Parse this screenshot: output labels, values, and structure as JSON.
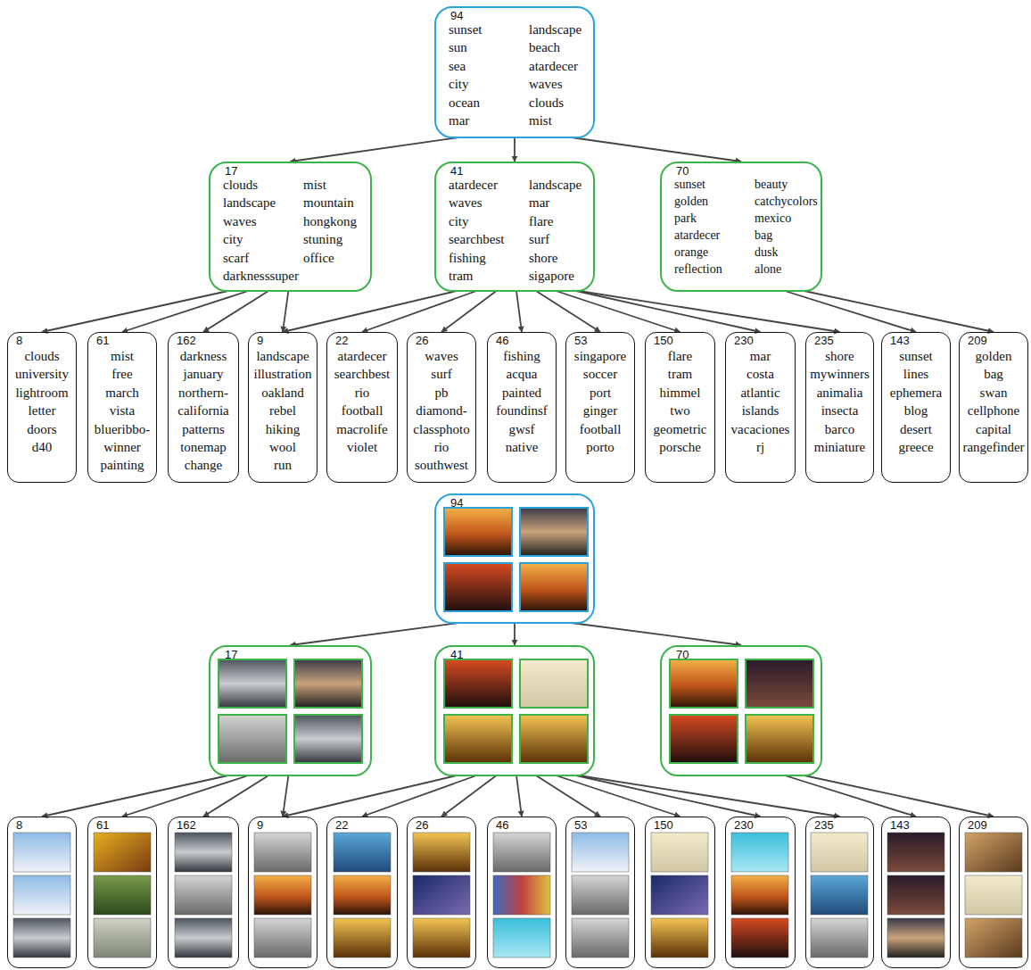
{
  "diagram": {
    "nodes": [
      {
        "text": [
          "94",
          "sunset",
          "sun",
          "sea",
          "city",
          "ocean",
          "mar",
          "landscape",
          "beach",
          "atardecer",
          "waves",
          "clouds",
          "mist"
        ]
      },
      {
        "text": [
          "17",
          "clouds",
          "landscape",
          "waves",
          "city",
          "scarf",
          "darknesssuper",
          "mist",
          "mountain",
          "hongkong",
          "stuning",
          "office"
        ]
      },
      {
        "text": [
          "41",
          "atardecer",
          "waves",
          "city",
          "searchbest",
          "fishing",
          "tram",
          "landscape",
          "mar",
          "flare",
          "surf",
          "shore",
          "sigapore"
        ]
      },
      {
        "text": [
          "70",
          "sunset",
          "golden",
          "park",
          "atardecer",
          "orange",
          "reflection",
          "beauty",
          "catchycolors",
          "mexico",
          "bag",
          "dusk",
          "alone"
        ]
      },
      {
        "text": [
          "8",
          "clouds",
          "university",
          "lightroom",
          "letter",
          "doors",
          "d40"
        ]
      },
      {
        "text": [
          "61",
          "mist",
          "free",
          "march",
          "vista",
          "blueribbo-winner",
          "painting"
        ]
      },
      {
        "text": [
          "162",
          "darkness",
          "january",
          "northern-california",
          "patterns",
          "tonemap",
          "change"
        ]
      },
      {
        "text": [
          "9",
          "landscape",
          "illustration",
          "oakland",
          "rebel",
          "hiking",
          "wool",
          "run"
        ]
      },
      {
        "text": [
          "22",
          "atardecer",
          "searchbest",
          "rio",
          "football",
          "macrolife",
          "violet"
        ]
      },
      {
        "text": [
          "26",
          "waves",
          "surf",
          "pb",
          "diamond-classphoto",
          "rio",
          "southwest"
        ]
      },
      {
        "text": [
          "46",
          "fishing",
          "acqua",
          "painted",
          "foundinsf",
          "gwsf",
          "native"
        ]
      },
      {
        "text": [
          "53",
          "singapore",
          "soccer",
          "port",
          "ginger",
          "football",
          "porto"
        ]
      },
      {
        "text": [
          "150",
          "flare",
          "tram",
          "himmel",
          "two",
          "geometric",
          "porsche"
        ]
      },
      {
        "text": [
          "230",
          "mar",
          "costa",
          "atlantic",
          "islands",
          "vacaciones",
          "rj"
        ]
      },
      {
        "text": [
          "235",
          "shore",
          "mywinners",
          "animalia",
          "insecta",
          "barco",
          "miniature"
        ]
      },
      {
        "text": [
          "143",
          "sunset",
          "lines",
          "ephemera",
          "blog",
          "desert",
          "greece"
        ]
      },
      {
        "text": [
          "209",
          "golden",
          "bag",
          "swan",
          "cellphone",
          "capital",
          "rangefinder"
        ]
      },
      {
        "text": [
          "94"
        ]
      },
      {
        "text": [
          "17"
        ]
      },
      {
        "text": [
          "41"
        ]
      },
      {
        "text": [
          "70"
        ]
      },
      {
        "text": [
          "8"
        ]
      },
      {
        "text": [
          "61"
        ]
      },
      {
        "text": [
          "162"
        ]
      },
      {
        "text": [
          "9"
        ]
      },
      {
        "text": [
          "22"
        ]
      },
      {
        "text": [
          "26"
        ]
      },
      {
        "text": [
          "46"
        ]
      },
      {
        "text": [
          "53"
        ]
      },
      {
        "text": [
          "150"
        ]
      },
      {
        "text": [
          "230"
        ]
      },
      {
        "text": [
          "235"
        ]
      },
      {
        "text": [
          "143"
        ]
      },
      {
        "text": [
          "209"
        ]
      }
    ],
    "edges": [
      {
        "from": 0,
        "to": 1,
        "arrow": "to"
      },
      {
        "from": 0,
        "to": 2,
        "arrow": "to"
      },
      {
        "from": 0,
        "to": 3,
        "arrow": "to"
      },
      {
        "from": 1,
        "to": 4,
        "arrow": "to"
      },
      {
        "from": 1,
        "to": 5,
        "arrow": "to"
      },
      {
        "from": 1,
        "to": 6,
        "arrow": "to"
      },
      {
        "from": 1,
        "to": 7,
        "arrow": "to"
      },
      {
        "from": 2,
        "to": 7,
        "arrow": "to"
      },
      {
        "from": 2,
        "to": 8,
        "arrow": "to"
      },
      {
        "from": 2,
        "to": 9,
        "arrow": "to"
      },
      {
        "from": 2,
        "to": 10,
        "arrow": "to"
      },
      {
        "from": 2,
        "to": 11,
        "arrow": "to"
      },
      {
        "from": 2,
        "to": 12,
        "arrow": "to"
      },
      {
        "from": 2,
        "to": 13,
        "arrow": "to"
      },
      {
        "from": 2,
        "to": 14,
        "arrow": "to"
      },
      {
        "from": 3,
        "to": 15,
        "arrow": "to"
      },
      {
        "from": 3,
        "to": 16,
        "arrow": "to"
      },
      {
        "from": 17,
        "to": 18,
        "arrow": "to"
      },
      {
        "from": 17,
        "to": 19,
        "arrow": "to"
      },
      {
        "from": 17,
        "to": 20,
        "arrow": "to"
      },
      {
        "from": 18,
        "to": 21,
        "arrow": "to"
      },
      {
        "from": 18,
        "to": 22,
        "arrow": "to"
      },
      {
        "from": 18,
        "to": 23,
        "arrow": "to"
      },
      {
        "from": 18,
        "to": 24,
        "arrow": "to"
      },
      {
        "from": 19,
        "to": 24,
        "arrow": "to"
      },
      {
        "from": 19,
        "to": 25,
        "arrow": "to"
      },
      {
        "from": 19,
        "to": 26,
        "arrow": "to"
      },
      {
        "from": 19,
        "to": 27,
        "arrow": "to"
      },
      {
        "from": 19,
        "to": 28,
        "arrow": "to"
      },
      {
        "from": 19,
        "to": 29,
        "arrow": "to"
      },
      {
        "from": 19,
        "to": 30,
        "arrow": "to"
      },
      {
        "from": 19,
        "to": 31,
        "arrow": "to"
      },
      {
        "from": 20,
        "to": 32,
        "arrow": "to"
      },
      {
        "from": 20,
        "to": 33,
        "arrow": "to"
      }
    ]
  }
}
